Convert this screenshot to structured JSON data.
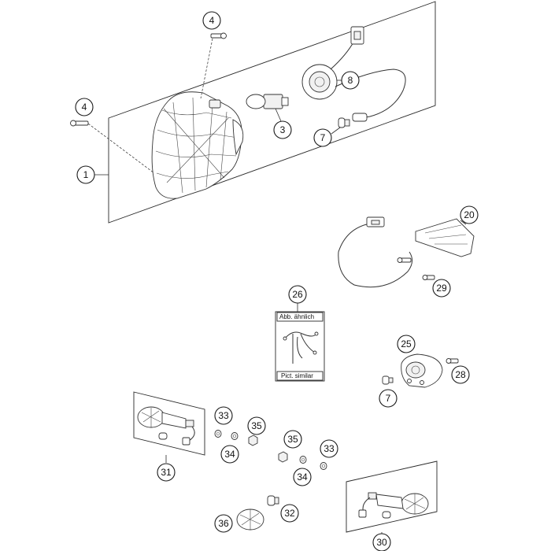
{
  "callouts": [
    {
      "id": "c1",
      "label": "1"
    },
    {
      "id": "c3",
      "label": "3"
    },
    {
      "id": "c4a",
      "label": "4"
    },
    {
      "id": "c4b",
      "label": "4"
    },
    {
      "id": "c7a",
      "label": "7"
    },
    {
      "id": "c7b",
      "label": "7"
    },
    {
      "id": "c8",
      "label": "8"
    },
    {
      "id": "c20",
      "label": "20"
    },
    {
      "id": "c25",
      "label": "25"
    },
    {
      "id": "c26",
      "label": "26"
    },
    {
      "id": "c28",
      "label": "28"
    },
    {
      "id": "c29",
      "label": "29"
    },
    {
      "id": "c30",
      "label": "30"
    },
    {
      "id": "c31",
      "label": "31"
    },
    {
      "id": "c32",
      "label": "32"
    },
    {
      "id": "c33a",
      "label": "33"
    },
    {
      "id": "c33b",
      "label": "33"
    },
    {
      "id": "c34a",
      "label": "34"
    },
    {
      "id": "c34b",
      "label": "34"
    },
    {
      "id": "c35a",
      "label": "35"
    },
    {
      "id": "c35b",
      "label": "35"
    },
    {
      "id": "c36",
      "label": "36"
    }
  ],
  "note_box": {
    "top_label": "Abb. ähnlich",
    "bottom_label": "Pict. similar"
  }
}
